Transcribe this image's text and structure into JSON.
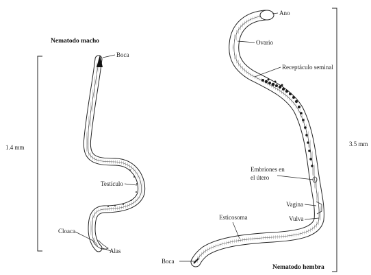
{
  "male": {
    "title": "Nematodo macho",
    "scale_label": "1.4 mm",
    "labels": {
      "boca": "Boca",
      "testiculo": "Testículo",
      "cloaca": "Cloaca",
      "alas": "Alas"
    }
  },
  "female": {
    "title": "Nematodo hembra",
    "scale_label": "3.5 mm",
    "labels": {
      "ano": "Ano",
      "ovario": "Ovario",
      "receptaculo": "Receptáculo seminal",
      "embriones_1": "Embriones en",
      "embriones_2": "el útero",
      "vagina": "Vagina",
      "vulva": "Vulva",
      "esticosoma": "Esticosoma",
      "boca": "Boca"
    }
  },
  "colors": {
    "ink": "#222222",
    "embryo": "#1a1a1a"
  }
}
